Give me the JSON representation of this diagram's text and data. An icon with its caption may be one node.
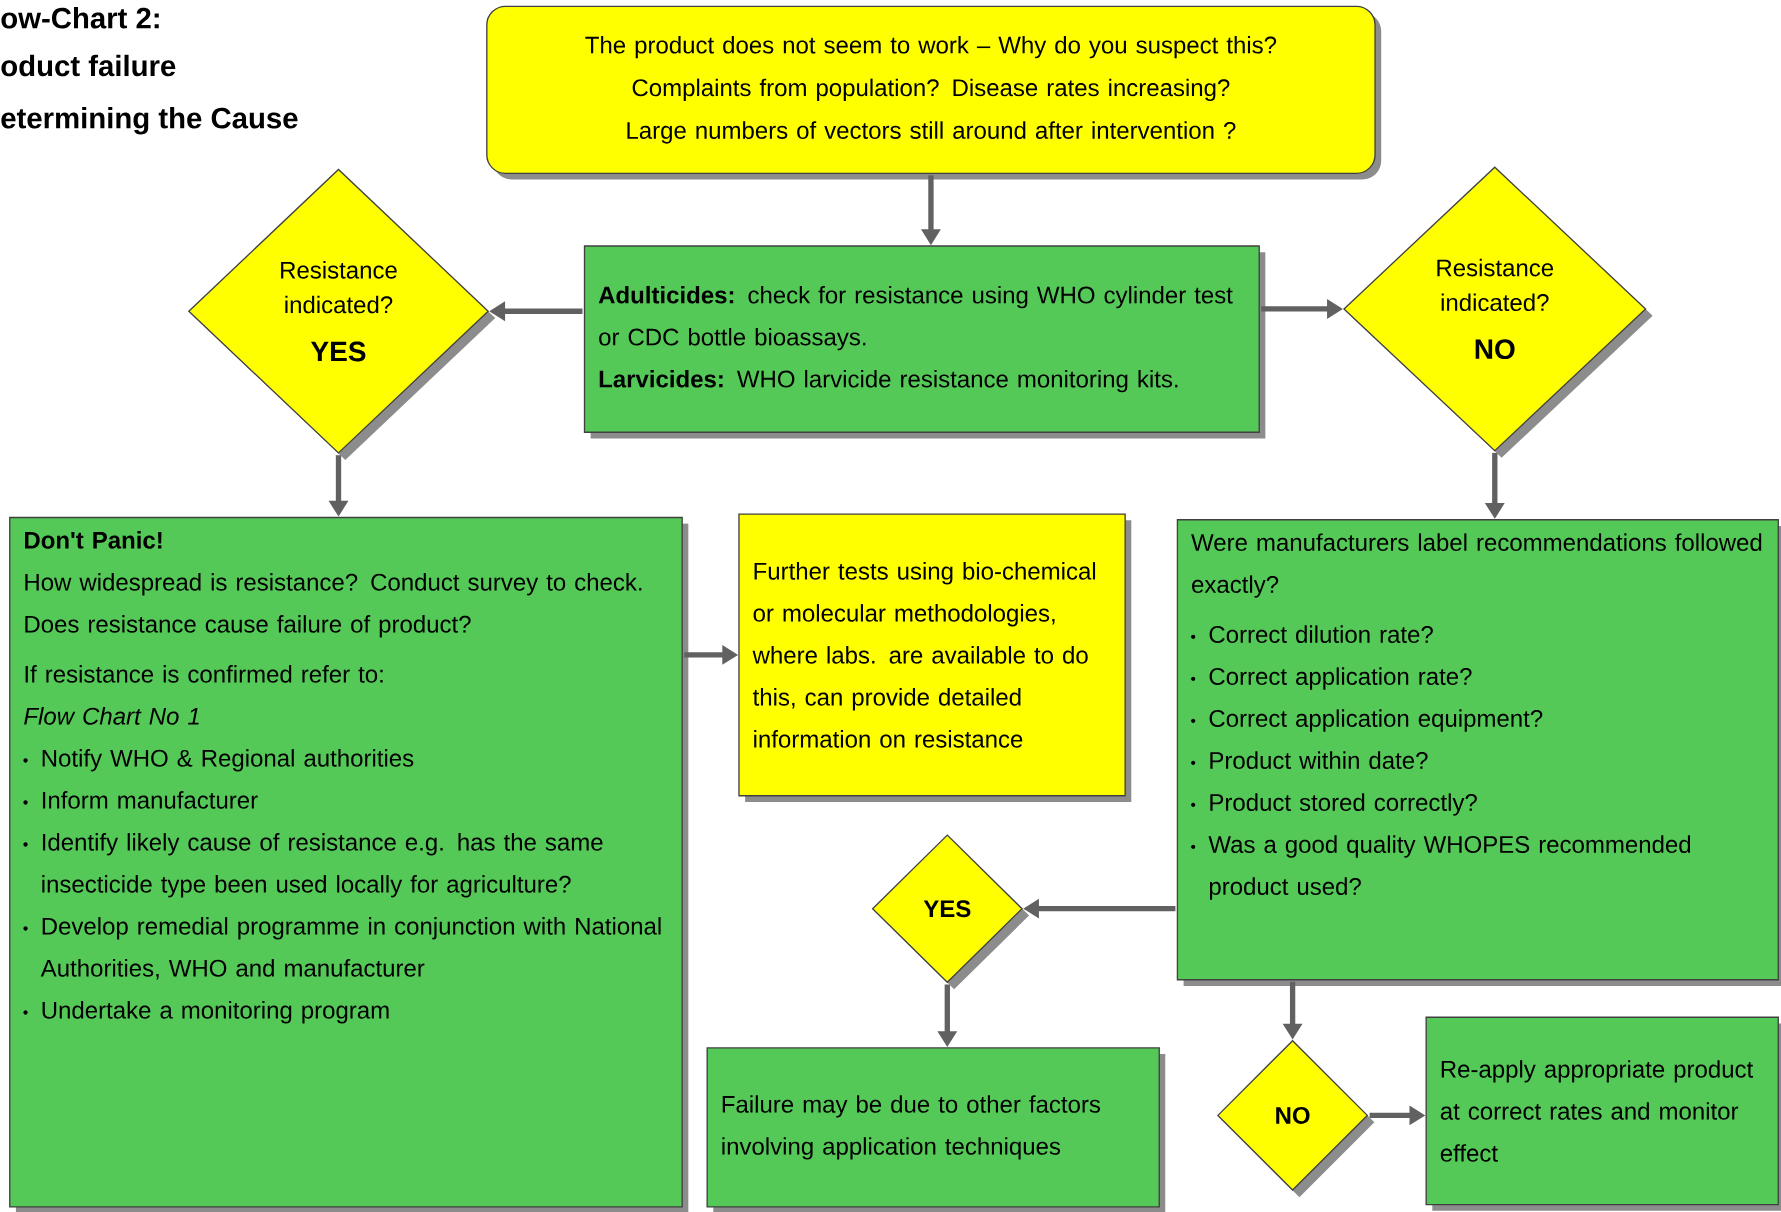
{
  "diagram": {
    "nodes": [
      {
        "text": [
          "The product does not seem to work – Why do you suspect this?",
          "Complaints from population?    Disease rates increasing?",
          "Large numbers of vectors still around after intervention ?"
        ]
      },
      {
        "text": [
          "**Adulticides:** check for resistance using WHO cylinder test or CDC bottle bioassays.",
          "**Larvicides:** WHO larvicide resistance monitoring kits."
        ]
      },
      {
        "text": [
          "Resistance indicated?",
          "YES"
        ]
      },
      {
        "text": [
          "Resistance indicated?",
          "NO"
        ]
      },
      {
        "text": [
          "Don't Panic!",
          "How widespread is resistance? Conduct survey to check. Does resistance cause failure of product?",
          "If resistance is confirmed refer to:",
          "Flow Chart No 1",
          "Notify WHO & Regional authorities",
          "Inform manufacturer",
          "Identify likely cause of resistance e.g. has the same insecticide type been used locally for agriculture?",
          "Develop remedial programme in conjunction with National Authorities, WHO and manufacturer",
          "Undertake a monitoring program"
        ]
      },
      {
        "text": [
          "Further tests using bio-chemical or molecular methodologies, where labs. are available to do this, can provide detailed information on resistance"
        ]
      },
      {
        "text": [
          "Were manufacturers label recommendations followed exactly?",
          "Correct dilution rate?",
          "Correct application rate?",
          "Correct application equipment?",
          "Product within date?",
          "Product stored correctly?",
          "Was a good quality WHOPES recommended product used?"
        ]
      },
      {
        "text": [
          "YES"
        ]
      },
      {
        "text": [
          "Failure may be due to other factors involving application techniques"
        ]
      },
      {
        "text": [
          "NO"
        ]
      },
      {
        "text": [
          "Re-apply appropriate product at correct rates and monitor effect"
        ]
      }
    ],
    "edges": [
      {
        "from": 0,
        "to": 1,
        "arrow": "to"
      },
      {
        "from": 1,
        "to": 2,
        "arrow": "to"
      },
      {
        "from": 1,
        "to": 3,
        "arrow": "to"
      },
      {
        "from": 2,
        "to": 4,
        "arrow": "to"
      },
      {
        "from": 3,
        "to": 6,
        "arrow": "to"
      },
      {
        "from": 4,
        "to": 5,
        "arrow": "to"
      },
      {
        "from": 6,
        "to": 7,
        "arrow": "to"
      },
      {
        "from": 7,
        "to": 8,
        "arrow": "to"
      },
      {
        "from": 6,
        "to": 9,
        "arrow": "to"
      },
      {
        "from": 9,
        "to": 10,
        "arrow": "to"
      }
    ],
    "labels": [
      "ow-Chart 2:",
      "oduct failure",
      "etermining the Cause"
    ]
  }
}
